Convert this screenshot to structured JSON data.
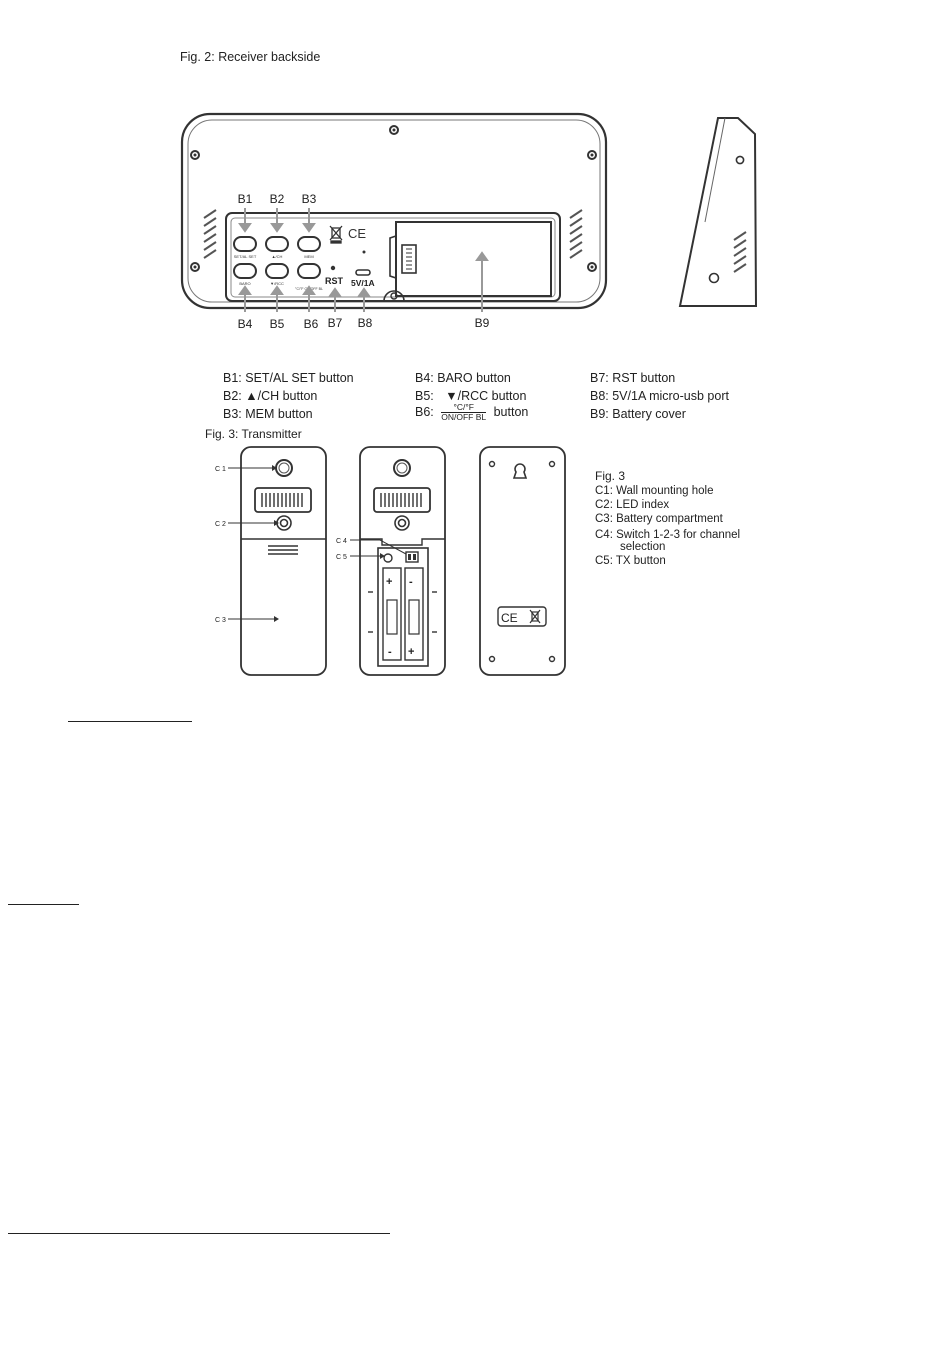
{
  "fig2": {
    "title": "Fig. 2: Receiver backside",
    "callouts": [
      "B1",
      "B2",
      "B3",
      "B4",
      "B5",
      "B6",
      "B7",
      "B8",
      "B9"
    ],
    "panel_labels": {
      "b1": "SET/AL SET",
      "b2": "▲/CH",
      "b3": "MEM",
      "b4": "BARO",
      "b5": "▼/RCC",
      "b6": "°C/°F ON/OFF BL",
      "rst": "RST",
      "port": "5V/1A"
    },
    "legend": {
      "col1": [
        "B1: SET/AL SET button",
        "B2: ▲/CH button",
        "B3: MEM button"
      ],
      "col2": {
        "b4": "B4:  BARO button",
        "b5_prefix": "B5:",
        "b5_text": "▼/RCC  button",
        "b6_prefix": "B6:",
        "b6_num": "°C/°F",
        "b6_den": "ON/OFF BL",
        "b6_suffix": "button"
      },
      "col3": [
        "B7:  RST button",
        "B8:  5V/1A micro-usb port",
        "B9:  Battery cover"
      ]
    }
  },
  "fig3": {
    "title": "Fig. 3: Transmitter",
    "callouts": [
      "C 1",
      "C 2",
      "C 3",
      "C 4",
      "C 5"
    ],
    "legend_title": "Fig. 3",
    "legend": [
      "C1:  Wall mounting hole",
      "C2:  LED index",
      "C3:  Battery compartment",
      "C4:  Switch 1-2-3 for channel",
      "selection",
      "C5:  TX button"
    ]
  }
}
